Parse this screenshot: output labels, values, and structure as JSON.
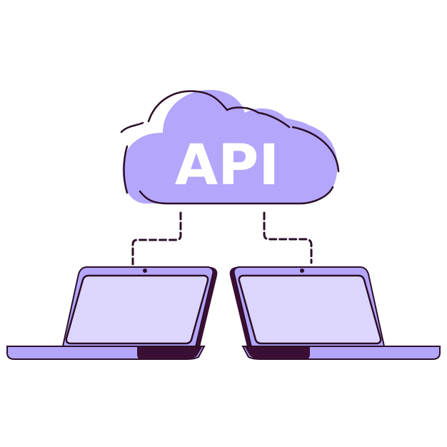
{
  "illustration": {
    "title": "API cloud connecting two laptops",
    "cloud": {
      "label": "API",
      "icon": "cloud-icon"
    },
    "connectors": [
      {
        "from": "cloud",
        "to": "left-laptop",
        "style": "dashed"
      },
      {
        "from": "cloud",
        "to": "right-laptop",
        "style": "dashed"
      }
    ],
    "devices": [
      {
        "name": "left-laptop",
        "icon": "laptop-icon"
      },
      {
        "name": "right-laptop",
        "icon": "laptop-icon"
      }
    ]
  },
  "colors": {
    "background": "#ffffff",
    "cloud_fill": "#b3a6fb",
    "laptop_body": "#b3a6fb",
    "screen_fill": "#dcd6fd",
    "outline": "#2b0f28",
    "dark_base": "#3a0f33",
    "text": "#ffffff"
  }
}
